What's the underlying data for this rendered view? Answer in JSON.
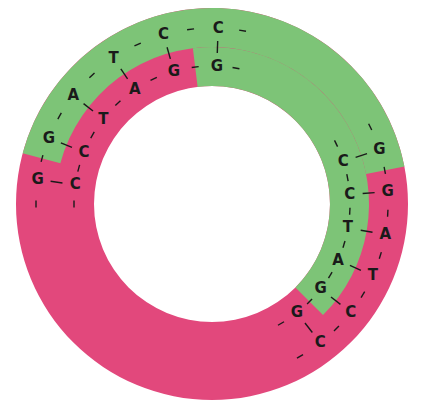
{
  "diagram": {
    "labels": [
      "G",
      "G",
      "A",
      "T",
      "C",
      "C",
      "C",
      "C",
      "T",
      "A",
      "G",
      "G",
      "G",
      "G",
      "A",
      "T",
      "C",
      "C",
      "C",
      "C",
      "T",
      "A",
      "G",
      "G"
    ]
  }
}
